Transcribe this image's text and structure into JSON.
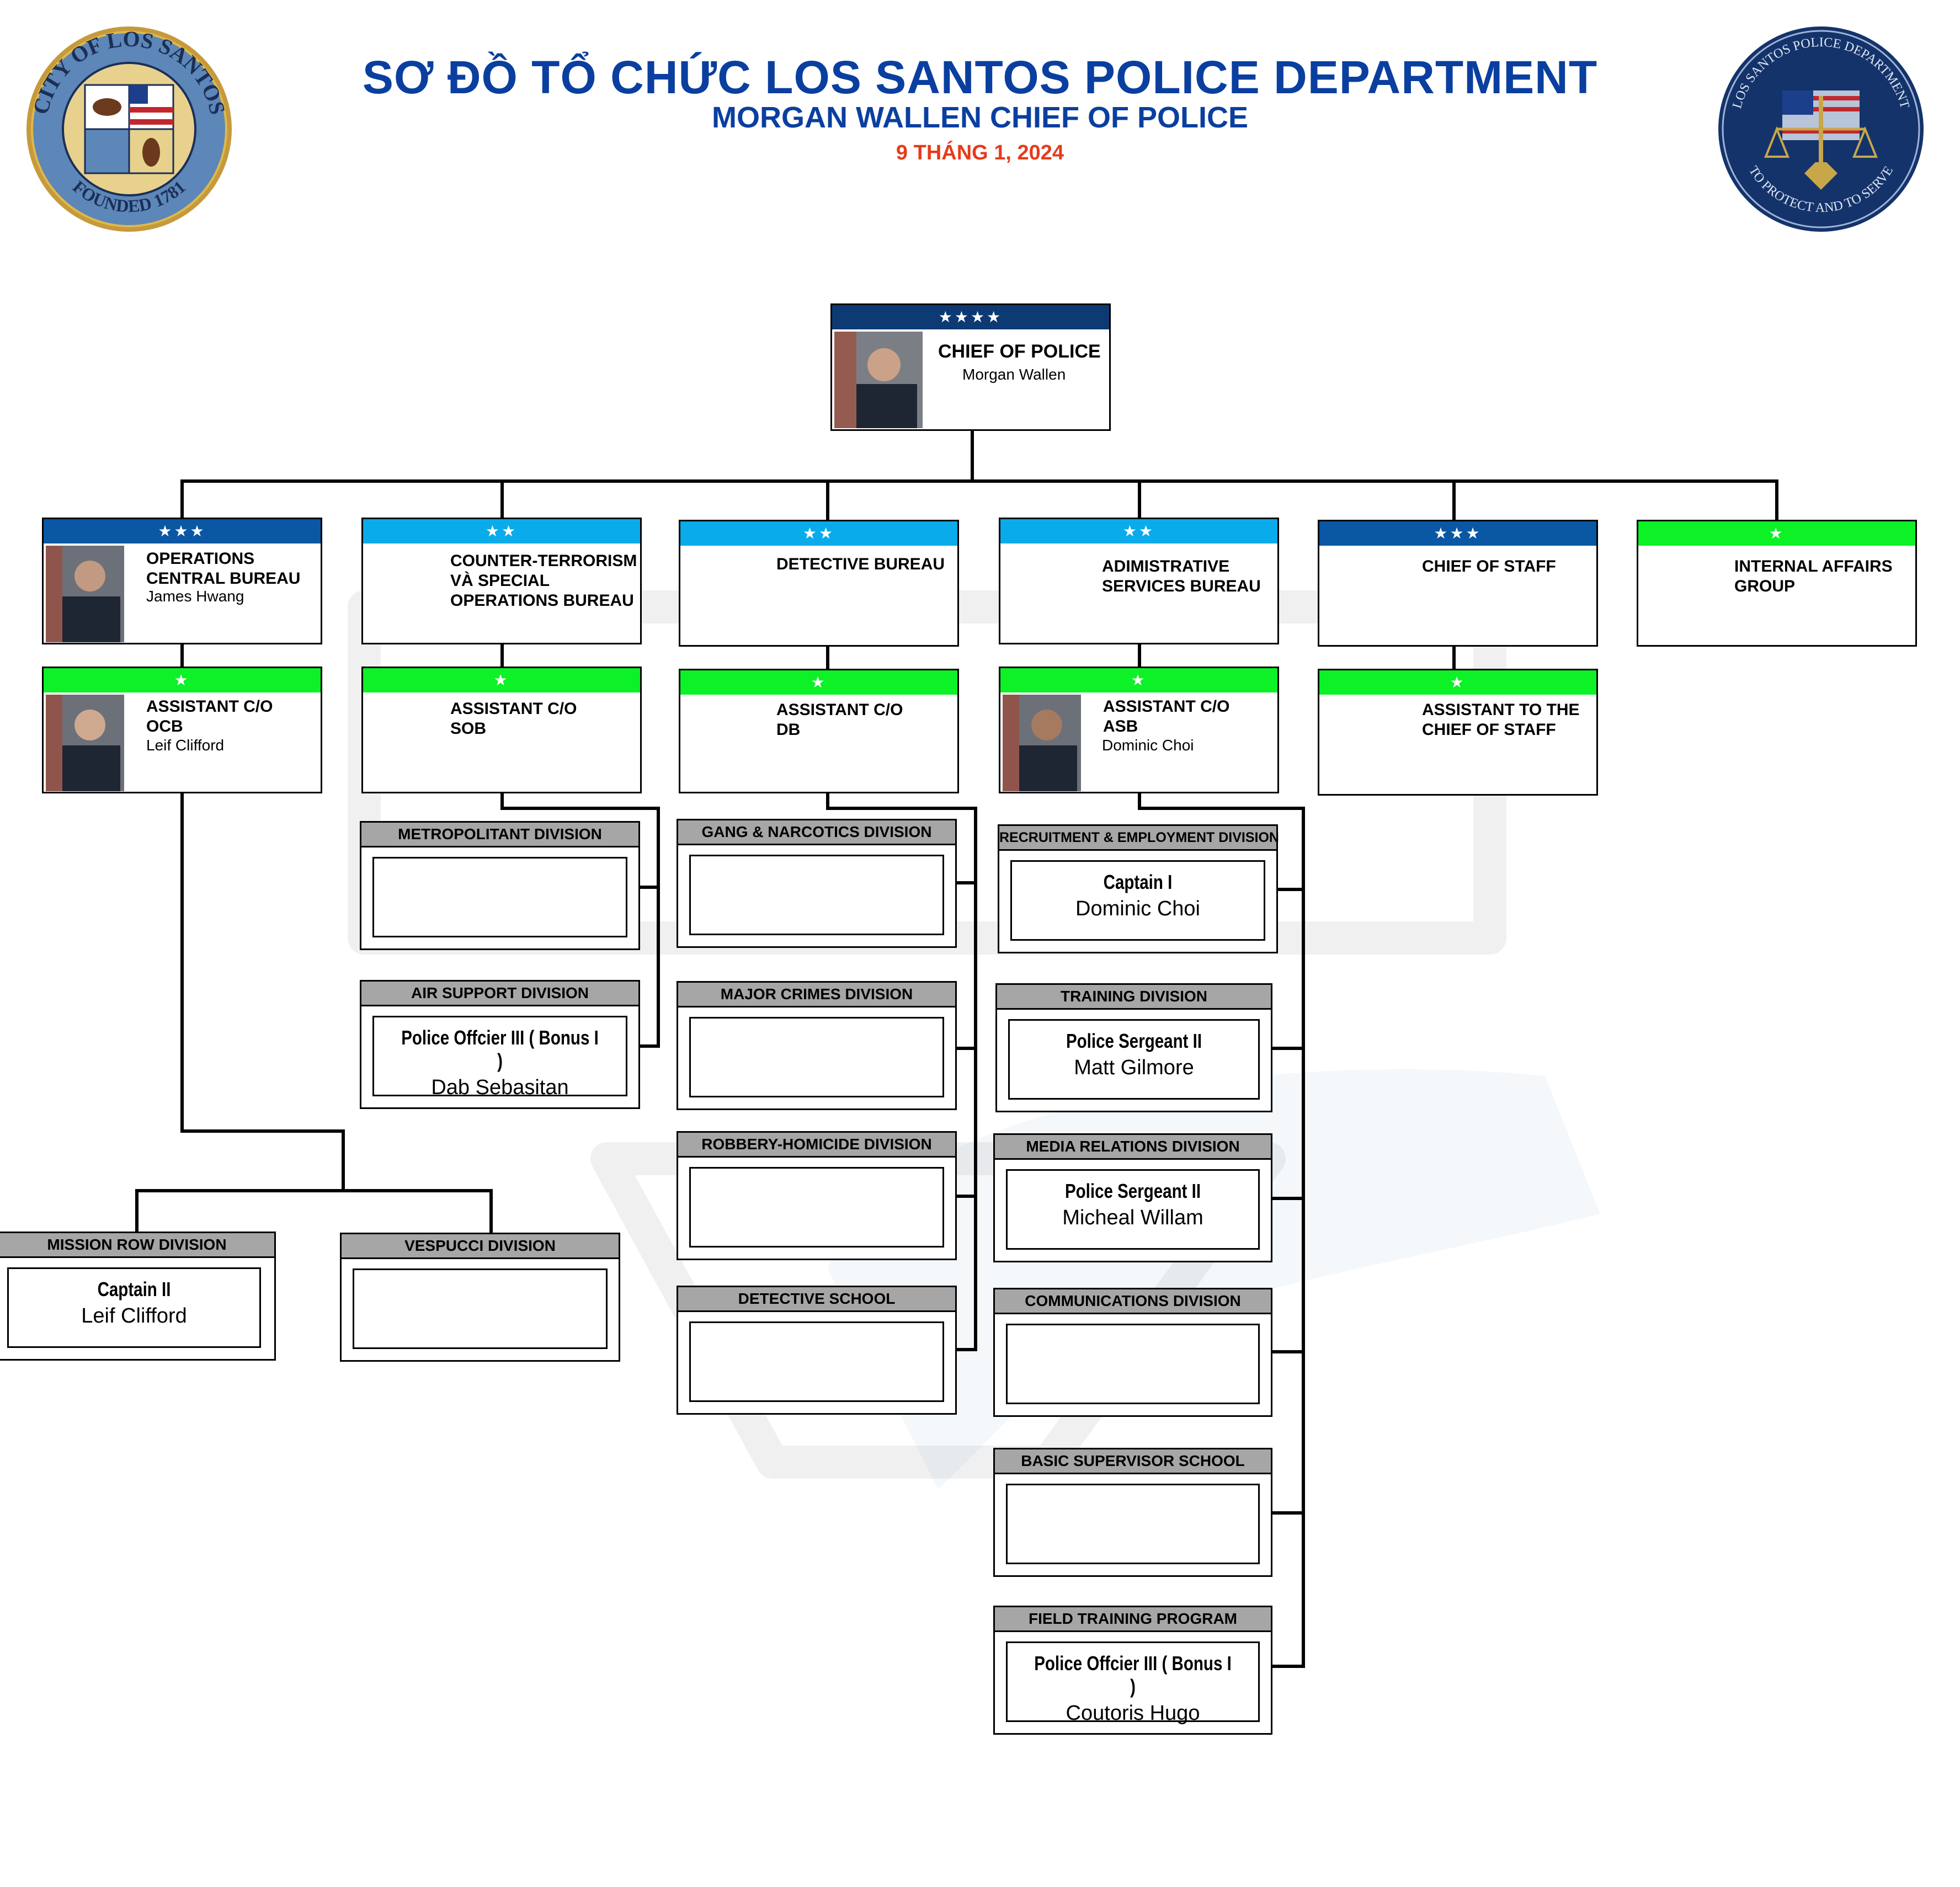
{
  "header": {
    "title": "SƠ ĐỒ TỔ CHỨC LOS SANTOS POLICE DEPARTMENT",
    "subtitle": "MORGAN WALLEN CHIEF OF POLICE",
    "date": "9 THÁNG 1, 2024"
  },
  "seals": {
    "left_outer": "CITY OF LOS SANTOS",
    "left_bottom": "FOUNDED 1781",
    "right_outer": "LOS SANTOS POLICE DEPARTMENT",
    "right_bottom": "TO PROTECT AND TO SERVE"
  },
  "colors": {
    "navy": "#0d3a73",
    "blue": "#0a57a4",
    "light_blue": "#0aabea",
    "green": "#0cf227",
    "division_header": "#a6a6a6",
    "title_blue": "#0a3fa0",
    "date_red": "#e53b1c"
  },
  "chief": {
    "stars": "★★★★",
    "title": "CHIEF OF POLICE",
    "name": "Morgan Wallen"
  },
  "bureaus": [
    {
      "stars": "★★★",
      "title": "OPERATIONS\nCENTRAL BUREAU",
      "name": "James Hwang"
    },
    {
      "stars": "★★",
      "title": "COUNTER-TERRORISM\nVÀ SPECIAL\nOPERATIONS BUREAU",
      "name": ""
    },
    {
      "stars": "★★",
      "title": "DETECTIVE BUREAU",
      "name": ""
    },
    {
      "stars": "★★",
      "title": "ADIMISTRATIVE\nSERVICES BUREAU",
      "name": ""
    },
    {
      "stars": "★★★",
      "title": "CHIEF OF STAFF",
      "name": ""
    },
    {
      "stars": "★",
      "title": "INTERNAL AFFAIRS\nGROUP",
      "name": ""
    }
  ],
  "assistants": [
    {
      "stars": "★",
      "title": "ASSISTANT C/O\nOCB",
      "name": "Leif Clifford"
    },
    {
      "stars": "★",
      "title": "ASSISTANT C/O\nSOB",
      "name": ""
    },
    {
      "stars": "★",
      "title": "ASSISTANT C/O\nDB",
      "name": ""
    },
    {
      "stars": "★",
      "title": "ASSISTANT C/O\nASB",
      "name": "Dominic Choi"
    },
    {
      "stars": "★",
      "title": "ASSISTANT TO THE\nCHIEF OF STAFF",
      "name": ""
    }
  ],
  "divisions": {
    "mission_row": {
      "title": "MISSION ROW DIVISION",
      "rank": "Captain II",
      "name": "Leif Clifford"
    },
    "vespucci": {
      "title": "VESPUCCI DIVISION",
      "rank": "",
      "name": ""
    },
    "metropolitant": {
      "title": "METROPOLITANT DIVISION",
      "rank": "",
      "name": ""
    },
    "air_support": {
      "title": "AIR SUPPORT DIVISION",
      "rank": "Police Offcier III ( Bonus I )",
      "name": "Dab Sebasitan"
    },
    "gang_narcotics": {
      "title": "GANG & NARCOTICS DIVISION",
      "rank": "",
      "name": ""
    },
    "major_crimes": {
      "title": "MAJOR CRIMES DIVISION",
      "rank": "",
      "name": ""
    },
    "robbery_homicide": {
      "title": "ROBBERY-HOMICIDE DIVISION",
      "rank": "",
      "name": ""
    },
    "detective_school": {
      "title": "DETECTIVE SCHOOL",
      "rank": "",
      "name": ""
    },
    "recruitment": {
      "title": "RECRUITMENT & EMPLOYMENT DIVISION",
      "rank": "Captain I",
      "name": "Dominic Choi"
    },
    "training": {
      "title": "TRAINING DIVISION",
      "rank": "Police Sergeant II",
      "name": "Matt Gilmore"
    },
    "media_relations": {
      "title": "MEDIA RELATIONS DIVISION",
      "rank": "Police Sergeant II",
      "name": "Micheal Willam"
    },
    "communications": {
      "title": "COMMUNICATIONS DIVISION",
      "rank": "",
      "name": ""
    },
    "basic_supervisor": {
      "title": "BASIC SUPERVISOR SCHOOL",
      "rank": "",
      "name": ""
    },
    "field_training": {
      "title": "FIELD TRAINING PROGRAM",
      "rank": "Police Offcier III ( Bonus I )",
      "name": "Coutoris Hugo"
    }
  }
}
